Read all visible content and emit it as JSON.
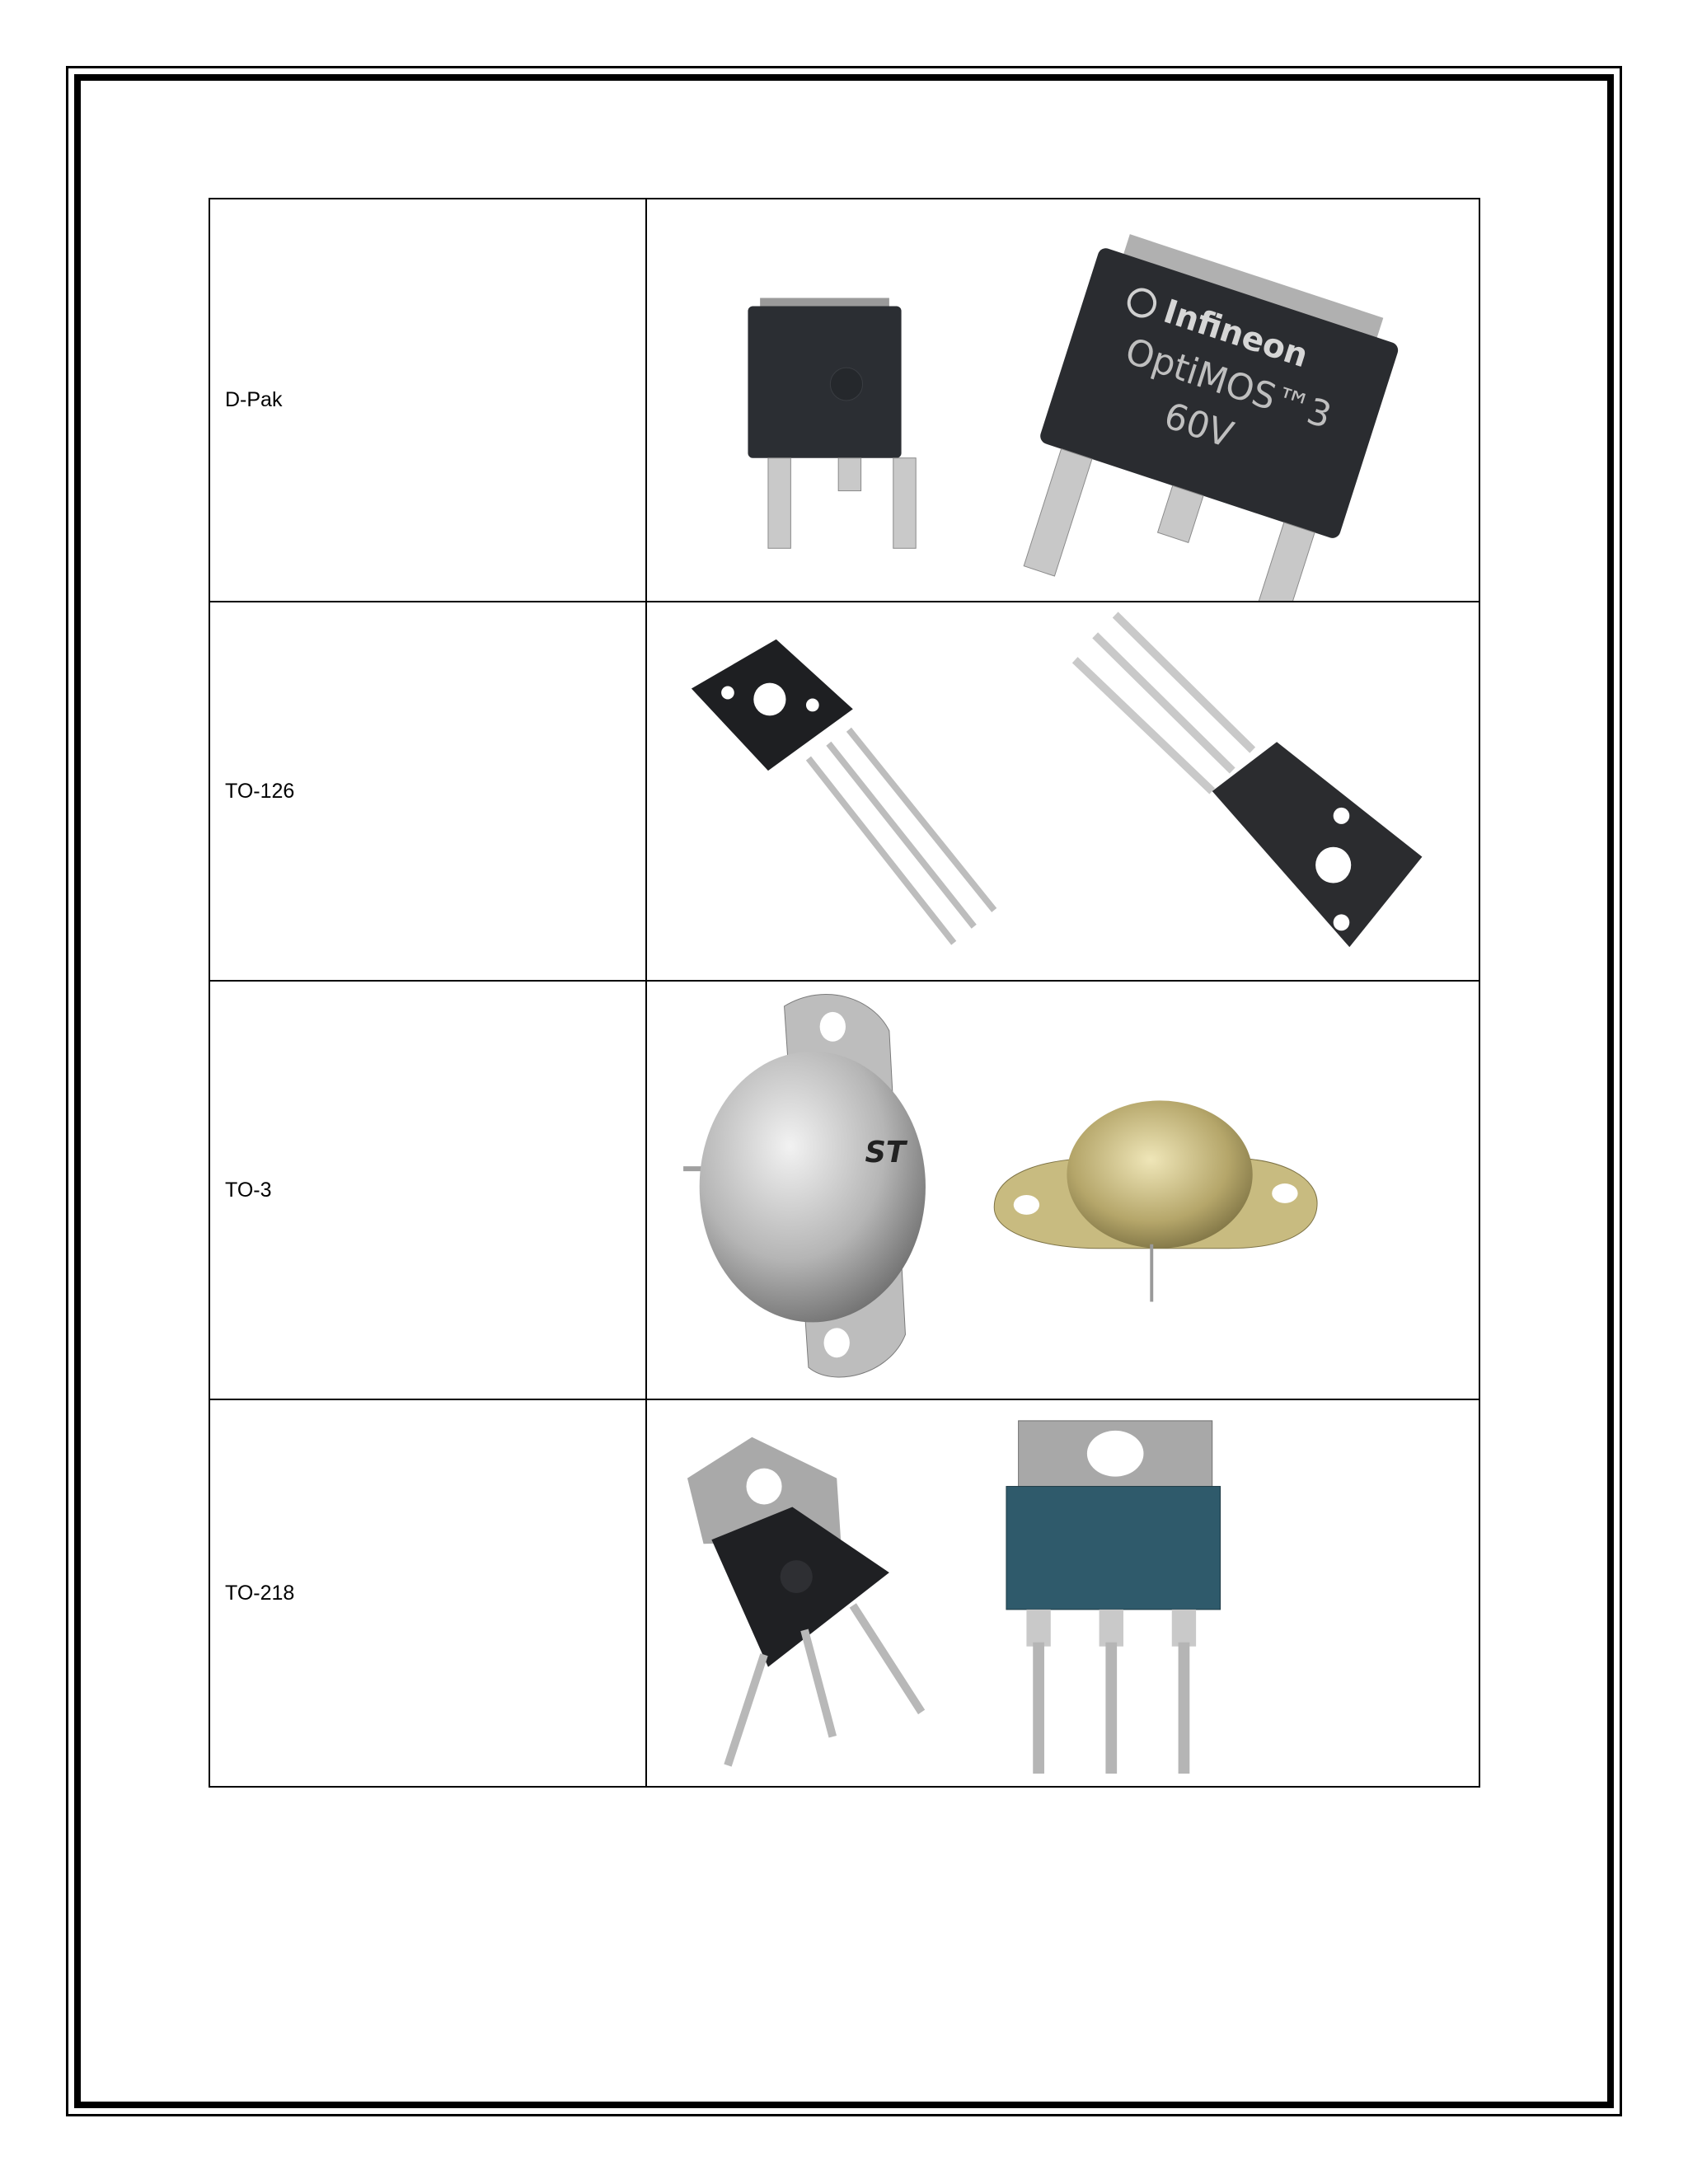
{
  "packages": [
    {
      "label": "D-Pak",
      "photo_2_text": {
        "brand": "Infineon",
        "line1": "OptiMOS™3",
        "line2": "60V"
      }
    },
    {
      "label": "TO-126"
    },
    {
      "label": "TO-3",
      "photo_1_text": {
        "brand": "ST"
      }
    },
    {
      "label": "TO-218"
    }
  ]
}
